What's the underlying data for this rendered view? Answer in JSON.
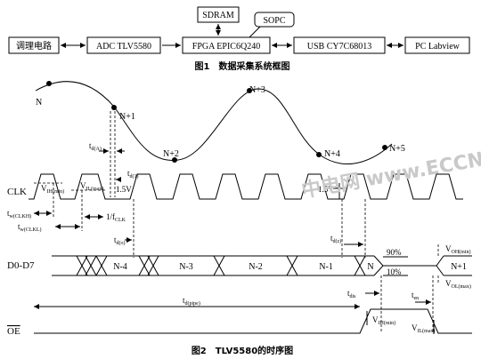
{
  "figure1": {
    "blocks": {
      "cond": "调理电路",
      "adc": "ADC TLV5580",
      "fpga": "FPGA EPIC6Q240",
      "usb": "USB CY7C68013",
      "pc": "PC Labview",
      "sdram": "SDRAM",
      "sopc": "SOPC"
    },
    "caption": "图1　数据采集系统框图"
  },
  "figure2": {
    "samples": [
      "N",
      "N+1",
      "N+2",
      "N+3",
      "N+4",
      "N+5"
    ],
    "signals": {
      "clk": "CLK",
      "data": "D0-D7",
      "oe": "OE"
    },
    "clk_labels": {
      "vih": "V",
      "vih_sub": "IH(min)",
      "vil": "V",
      "vil_sub": "IL(max)",
      "v15a": "1.5V",
      "v15b": "1.5V",
      "twh": "t",
      "twh_sub": "w(CLKH)",
      "twl": "t",
      "twl_sub": "w(CLKL)",
      "fclk": "1/f",
      "fclk_sub": "CLK",
      "td": "t",
      "td_sub": "d(A)",
      "tdp": "t",
      "tdp_sub": "d(1)",
      "tdo": "t",
      "tdo_sub": "d(o)",
      "tdpipe": "t",
      "tdpipe_sub": "d(pipe)",
      "tdz": "t",
      "tdz_sub": "d(z)",
      "tdis": "t",
      "tdis_sub": "dis",
      "ten": "t",
      "ten_sub": "en"
    },
    "data_cells": [
      "N-4",
      "N-3",
      "N-2",
      "N-1",
      "N",
      "N+1"
    ],
    "levels": {
      "p90": "90%",
      "p10": "10%",
      "voh": "V",
      "voh_sub": "OH(min)",
      "vol": "V",
      "vol_sub": "OL(max)",
      "oe_vih": "V",
      "oe_vih_sub": "IH(min)",
      "oe_vil": "V",
      "oe_vil_sub": "IL(max)"
    },
    "caption": "图2　TLV5580的时序图"
  },
  "watermark": "中电网 www.ECCN.com"
}
